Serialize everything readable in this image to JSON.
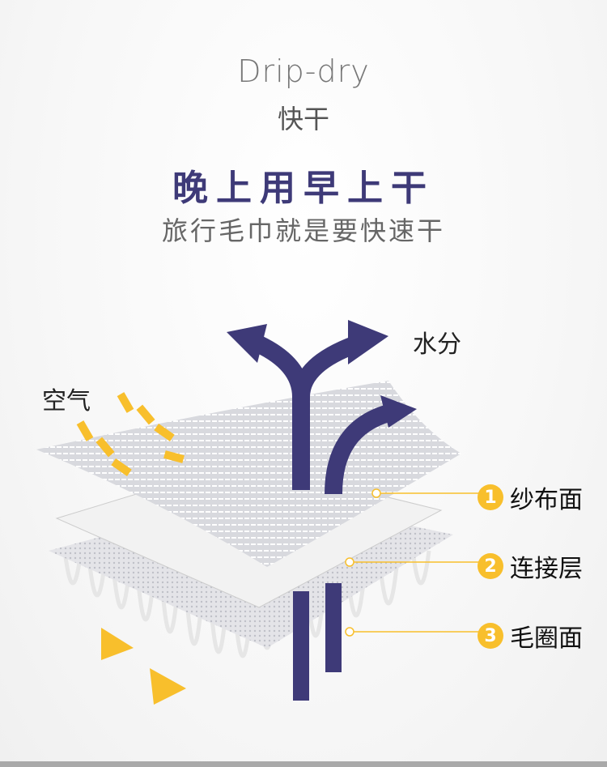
{
  "title_en": "Drip-dry",
  "title_cn": "快干",
  "headline": "晚上用早上干",
  "subtitle": "旅行毛巾就是要快速干",
  "water_label": "水分",
  "air_label": "空气",
  "layers": [
    {
      "num": "1",
      "label": "纱布面"
    },
    {
      "num": "2",
      "label": "连接层"
    },
    {
      "num": "3",
      "label": "毛圈面"
    }
  ],
  "colors": {
    "accent": "#3e3a78",
    "yellow": "#f8bf2c"
  }
}
